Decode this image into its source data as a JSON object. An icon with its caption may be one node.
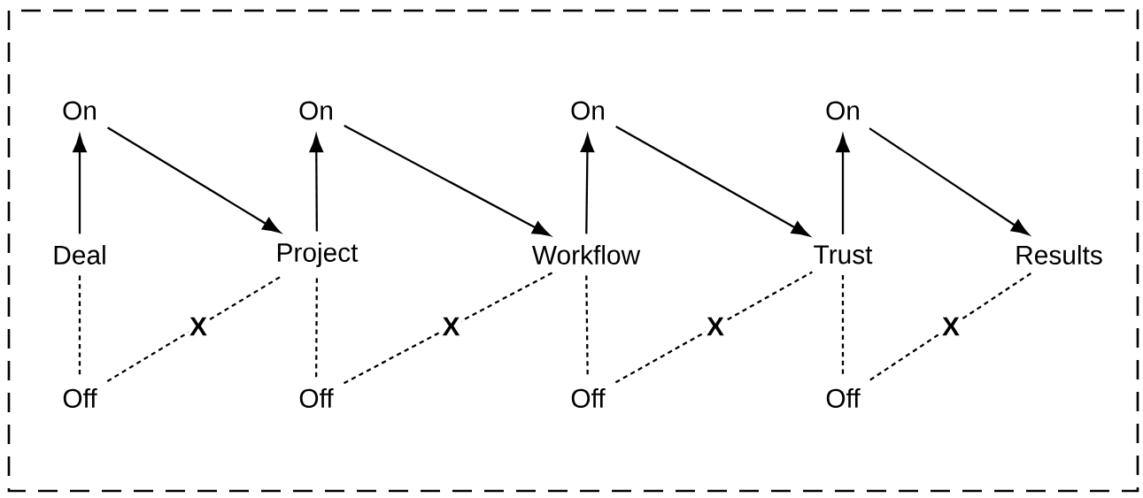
{
  "diagram": {
    "nodes": [
      {
        "text": [
          "On"
        ]
      },
      {
        "text": [
          "On"
        ]
      },
      {
        "text": [
          "On"
        ]
      },
      {
        "text": [
          "On"
        ]
      },
      {
        "text": [
          "Deal"
        ]
      },
      {
        "text": [
          "Project"
        ]
      },
      {
        "text": [
          "Workflow"
        ]
      },
      {
        "text": [
          "Trust"
        ]
      },
      {
        "text": [
          "Results"
        ]
      },
      {
        "text": [
          "Off"
        ]
      },
      {
        "text": [
          "Off"
        ]
      },
      {
        "text": [
          "Off"
        ]
      },
      {
        "text": [
          "Off"
        ]
      }
    ],
    "edges": [
      {
        "from": 4,
        "to": 0,
        "arrow": "to"
      },
      {
        "from": 0,
        "to": 5,
        "arrow": "to"
      },
      {
        "from": 4,
        "to": 9,
        "arrow": "none",
        "style": "dashed"
      },
      {
        "from": 9,
        "to": 5,
        "arrow": "none",
        "style": "dashed",
        "label": "X"
      },
      {
        "from": 5,
        "to": 1,
        "arrow": "to"
      },
      {
        "from": 1,
        "to": 6,
        "arrow": "to"
      },
      {
        "from": 5,
        "to": 10,
        "arrow": "none",
        "style": "dashed"
      },
      {
        "from": 10,
        "to": 6,
        "arrow": "none",
        "style": "dashed",
        "label": "X"
      },
      {
        "from": 6,
        "to": 2,
        "arrow": "to"
      },
      {
        "from": 2,
        "to": 7,
        "arrow": "to"
      },
      {
        "from": 6,
        "to": 11,
        "arrow": "none",
        "style": "dashed"
      },
      {
        "from": 11,
        "to": 7,
        "arrow": "none",
        "style": "dashed",
        "label": "X"
      },
      {
        "from": 7,
        "to": 3,
        "arrow": "to"
      },
      {
        "from": 3,
        "to": 8,
        "arrow": "to"
      },
      {
        "from": 7,
        "to": 12,
        "arrow": "none",
        "style": "dashed"
      },
      {
        "from": 12,
        "to": 8,
        "arrow": "none",
        "style": "dashed",
        "label": "X"
      }
    ]
  }
}
